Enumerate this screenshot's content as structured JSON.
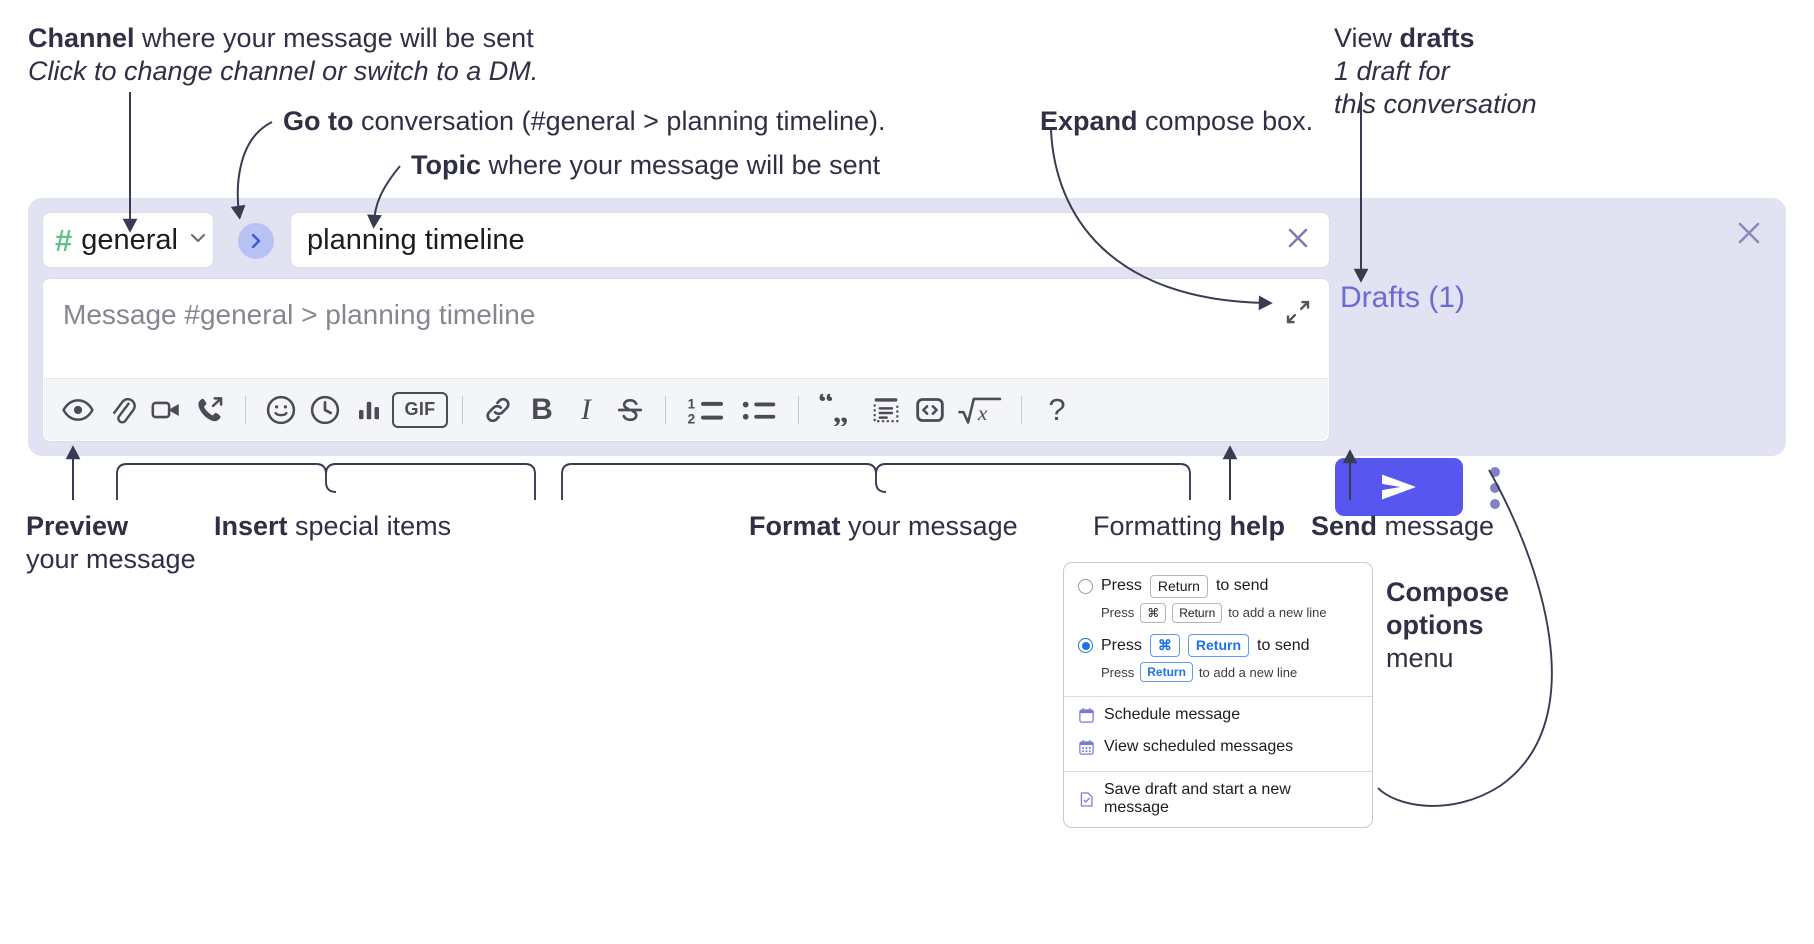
{
  "annotations": {
    "channel": {
      "bold": "Channel",
      "rest": " where your message will be sent",
      "italic": "Click to change channel or switch to a DM."
    },
    "goto": {
      "bold": "Go to",
      "rest": " conversation (#general > planning timeline)."
    },
    "topic": {
      "bold": "Topic",
      "rest": " where your message will be sent"
    },
    "expand": {
      "bold": "Expand",
      "rest": " compose box."
    },
    "drafts": {
      "line1_plain": "View ",
      "line1_bold": "drafts",
      "line2": "1 draft for",
      "line3": "this conversation"
    },
    "preview": {
      "bold": "Preview",
      "line2": "your message"
    },
    "insert": {
      "bold": "Insert",
      "rest": " special items"
    },
    "format": {
      "bold": "Format",
      "rest": " your message"
    },
    "formatting_help": {
      "plain": "Formatting ",
      "bold": "help"
    },
    "send": {
      "bold": "Send",
      "rest": " message"
    },
    "compose_options": {
      "line1": "Compose",
      "line2": "options",
      "line3": "menu"
    }
  },
  "compose": {
    "channel": {
      "hash": "#",
      "name": "general",
      "icon": "hash-icon",
      "chevron": "chevron-down-icon"
    },
    "goto_button": {
      "icon": "chevron-right-icon",
      "label": "Go to conversation"
    },
    "topic": {
      "value": "planning timeline",
      "clear_icon": "close-icon"
    },
    "message": {
      "placeholder": "Message #general > planning timeline",
      "value": "",
      "expand_icon": "expand-icon"
    },
    "drafts_label": "Drafts (1)",
    "panel_close_icon": "close-icon",
    "send_button": {
      "icon": "send-plane-icon",
      "label": "Send"
    },
    "compose_options_icon": "kebab-menu-icon",
    "toolbar": [
      {
        "name": "preview-button",
        "icon": "eye-icon",
        "label": "Preview"
      },
      {
        "name": "attach-button",
        "icon": "paperclip-icon",
        "label": "Attach file"
      },
      {
        "name": "video-button",
        "icon": "video-camera-icon",
        "label": "Record video clip"
      },
      {
        "name": "audio-button",
        "icon": "phone-forward-icon",
        "label": "Record audio clip"
      },
      {
        "name": "divider-1",
        "icon": "divider",
        "label": ""
      },
      {
        "name": "emoji-button",
        "icon": "smiley-icon",
        "label": "Emoji"
      },
      {
        "name": "reminder-button",
        "icon": "clock-icon",
        "label": "Reminder"
      },
      {
        "name": "poll-button",
        "icon": "bar-chart-icon",
        "label": "Poll"
      },
      {
        "name": "gif-button",
        "icon": "gif-icon",
        "label": "GIF"
      },
      {
        "name": "divider-2",
        "icon": "divider",
        "label": ""
      },
      {
        "name": "link-button",
        "icon": "link-icon",
        "label": "Link"
      },
      {
        "name": "bold-button",
        "icon": "bold-icon",
        "label": "Bold"
      },
      {
        "name": "italic-button",
        "icon": "italic-icon",
        "label": "Italic"
      },
      {
        "name": "strikethrough-button",
        "icon": "strikethrough-icon",
        "label": "Strikethrough"
      },
      {
        "name": "divider-3",
        "icon": "divider",
        "label": ""
      },
      {
        "name": "ordered-list-button",
        "icon": "ordered-list-icon",
        "label": "Ordered list"
      },
      {
        "name": "bulleted-list-button",
        "icon": "bulleted-list-icon",
        "label": "Bulleted list"
      },
      {
        "name": "divider-4",
        "icon": "divider",
        "label": ""
      },
      {
        "name": "blockquote-button",
        "icon": "quote-icon",
        "label": "Blockquote"
      },
      {
        "name": "code-block-button",
        "icon": "code-block-icon",
        "label": "Code block"
      },
      {
        "name": "code-button",
        "icon": "code-icon",
        "label": "Code"
      },
      {
        "name": "math-button",
        "icon": "square-root-icon",
        "label": "Math"
      },
      {
        "name": "divider-5",
        "icon": "divider",
        "label": ""
      },
      {
        "name": "formatting-help-button",
        "icon": "question-mark-icon",
        "label": "Formatting help"
      }
    ],
    "gif_label": "GIF",
    "bold_label": "B",
    "italic_label": "I",
    "help_label": "?",
    "ordered_num_1": "1",
    "ordered_num_2": "2"
  },
  "options_menu": {
    "radio_1": {
      "selected": false,
      "press": "Press",
      "key": "Return",
      "to_send": "to send",
      "sub_press": "Press",
      "sub_key_1": "⌘",
      "sub_key_2": "Return",
      "sub_rest": "to add a new line"
    },
    "radio_2": {
      "selected": true,
      "press": "Press",
      "key_1": "⌘",
      "key_2": "Return",
      "to_send": "to send",
      "sub_press": "Press",
      "sub_key": "Return",
      "sub_rest": "to add a new line"
    },
    "items": [
      {
        "name": "schedule-message",
        "icon": "calendar-icon",
        "label": "Schedule message"
      },
      {
        "name": "view-scheduled-messages",
        "icon": "calendar-grid-icon",
        "label": "View scheduled messages"
      },
      {
        "name": "save-draft",
        "icon": "document-check-icon",
        "label": "Save draft and start a new message"
      }
    ]
  },
  "colors": {
    "panel_bg": "#e1e2f2",
    "send_purple": "#5757f0",
    "drafts_purple": "#6b6bd6",
    "hash_green": "#62c08c",
    "goto_blue": "#b9c2f5",
    "radio_blue": "#1a73e8",
    "text_dark": "#2f2f45"
  }
}
